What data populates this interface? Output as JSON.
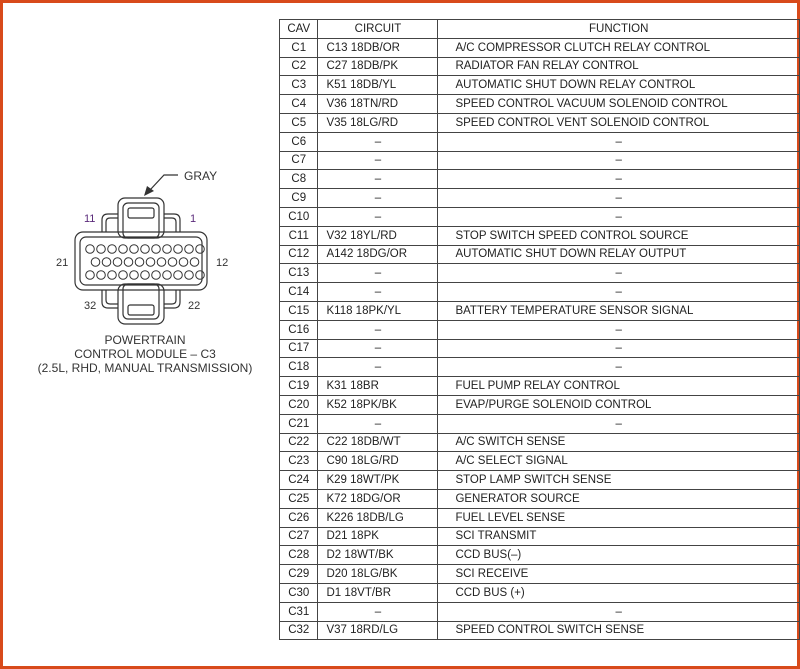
{
  "connector": {
    "color_label": "GRAY",
    "pin_labels": {
      "top_left": "11",
      "top_right": "1",
      "mid_left": "21",
      "mid_right": "12",
      "bottom_left": "32",
      "bottom_right": "22"
    },
    "caption": [
      "POWERTRAIN",
      "CONTROL MODULE  – C3",
      "(2.5L, RHD, MANUAL TRANSMISSION)"
    ]
  },
  "table": {
    "headers": [
      "CAV",
      "CIRCUIT",
      "FUNCTION"
    ],
    "rows": [
      [
        "C1",
        "C13 18DB/OR",
        "A/C COMPRESSOR CLUTCH RELAY CONTROL"
      ],
      [
        "C2",
        "C27 18DB/PK",
        "RADIATOR FAN RELAY CONTROL"
      ],
      [
        "C3",
        "K51 18DB/YL",
        "AUTOMATIC SHUT DOWN RELAY CONTROL"
      ],
      [
        "C4",
        "V36 18TN/RD",
        "SPEED CONTROL VACUUM SOLENOID CONTROL"
      ],
      [
        "C5",
        "V35 18LG/RD",
        "SPEED CONTROL VENT SOLENOID CONTROL"
      ],
      [
        "C6",
        "–",
        "–"
      ],
      [
        "C7",
        "–",
        "–"
      ],
      [
        "C8",
        "–",
        "–"
      ],
      [
        "C9",
        "–",
        "–"
      ],
      [
        "C10",
        "–",
        "–"
      ],
      [
        "C11",
        "V32 18YL/RD",
        "STOP SWITCH SPEED CONTROL SOURCE"
      ],
      [
        "C12",
        "A142 18DG/OR",
        "AUTOMATIC SHUT DOWN RELAY OUTPUT"
      ],
      [
        "C13",
        "–",
        "–"
      ],
      [
        "C14",
        "–",
        "–"
      ],
      [
        "C15",
        "K118 18PK/YL",
        "BATTERY TEMPERATURE SENSOR SIGNAL"
      ],
      [
        "C16",
        "–",
        "–"
      ],
      [
        "C17",
        "–",
        "–"
      ],
      [
        "C18",
        "–",
        "–"
      ],
      [
        "C19",
        "K31 18BR",
        "FUEL PUMP RELAY CONTROL"
      ],
      [
        "C20",
        "K52 18PK/BK",
        "EVAP/PURGE SOLENOID CONTROL"
      ],
      [
        "C21",
        "–",
        "–"
      ],
      [
        "C22",
        "C22 18DB/WT",
        "A/C SWITCH SENSE"
      ],
      [
        "C23",
        "C90 18LG/RD",
        "A/C SELECT SIGNAL"
      ],
      [
        "C24",
        "K29 18WT/PK",
        "STOP LAMP SWITCH SENSE"
      ],
      [
        "C25",
        "K72 18DG/OR",
        "GENERATOR SOURCE"
      ],
      [
        "C26",
        "K226 18DB/LG",
        "FUEL LEVEL SENSE"
      ],
      [
        "C27",
        "D21 18PK",
        "SCI TRANSMIT"
      ],
      [
        "C28",
        "D2 18WT/BK",
        "CCD BUS(–)"
      ],
      [
        "C29",
        "D20 18LG/BK",
        "SCI RECEIVE"
      ],
      [
        "C30",
        "D1 18VT/BR",
        "CCD BUS (+)"
      ],
      [
        "C31",
        "–",
        "–"
      ],
      [
        "C32",
        "V37 18RD/LG",
        "SPEED CONTROL SWITCH SENSE"
      ]
    ]
  },
  "colors": {
    "frame": "#d84a1b",
    "pin_number": "#5a2a7a"
  }
}
